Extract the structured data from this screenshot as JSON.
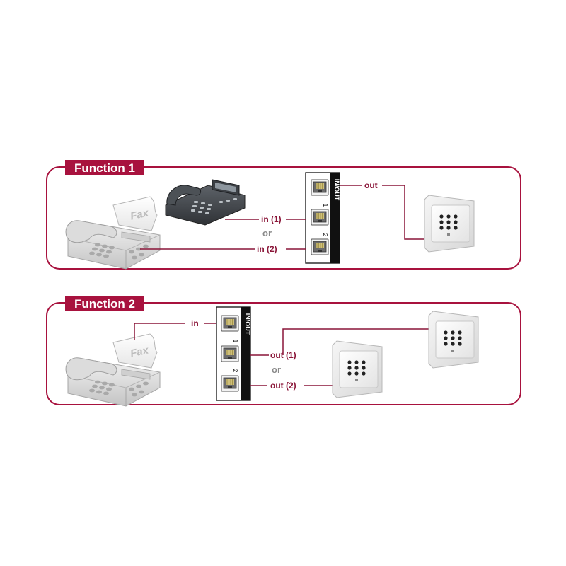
{
  "colors": {
    "accent": "#a8123e",
    "wire": "#8a1538",
    "or_text": "#8a8a8a"
  },
  "function1": {
    "title": "Function 1",
    "out_label": "out",
    "in1_label": "in (1)",
    "or_label": "or",
    "in2_label": "in (2)",
    "port_1": "1",
    "port_2": "2",
    "inout_label": "IN/OUT",
    "fax_label": "Fax"
  },
  "function2": {
    "title": "Function 2",
    "in_label": "in",
    "out1_label": "out (1)",
    "or_label": "or",
    "out2_label": "out (2)",
    "port_1": "1",
    "port_2": "2",
    "inout_label": "IN/OUT",
    "fax_label": "Fax"
  }
}
